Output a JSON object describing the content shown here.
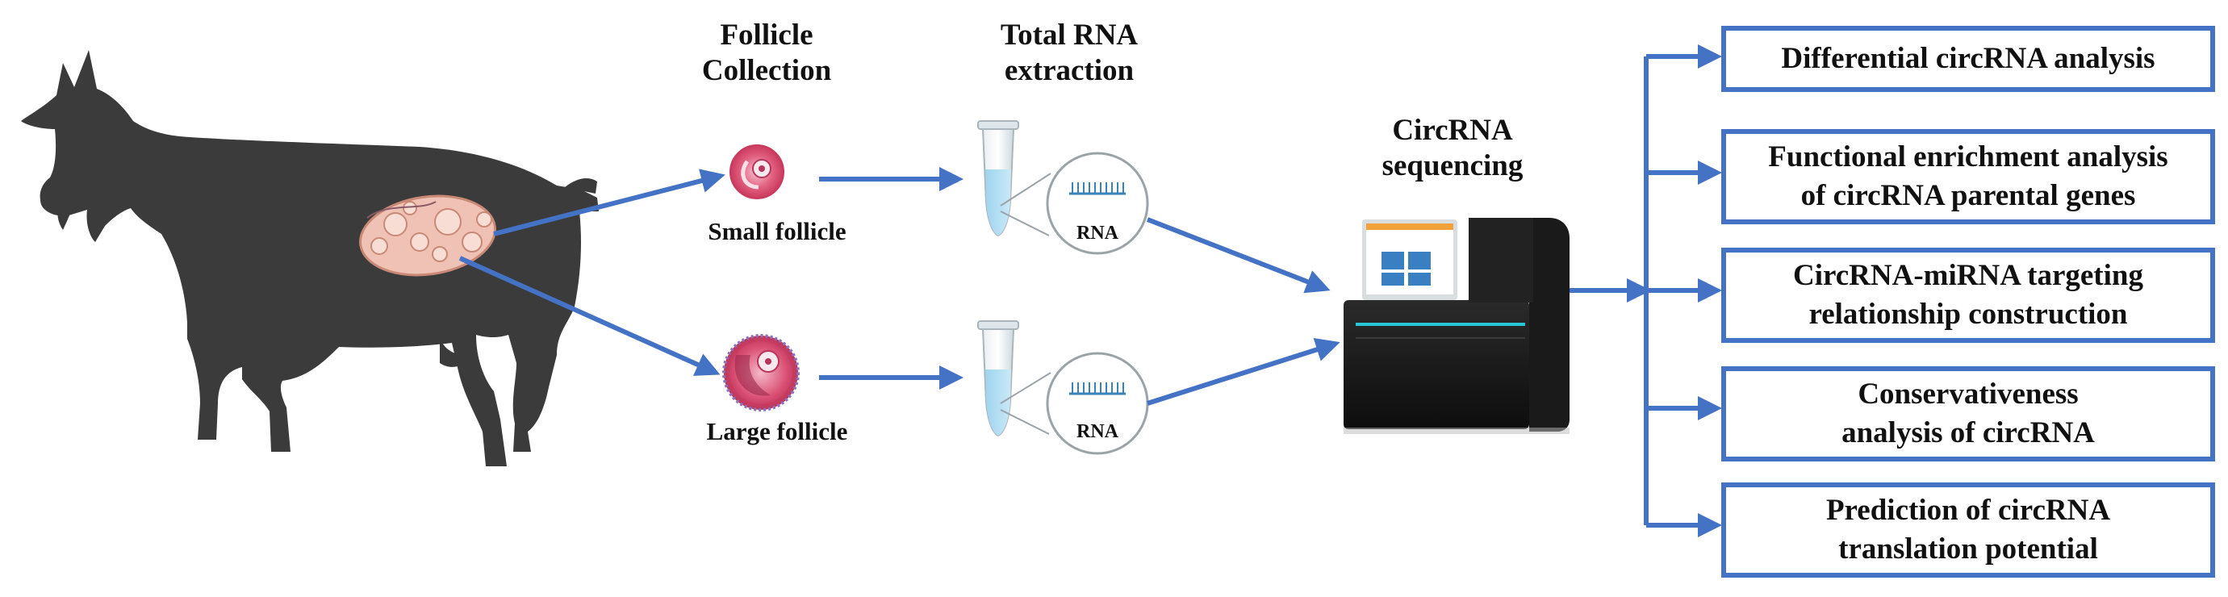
{
  "colors": {
    "arrow": "#4472c4",
    "goat": "#3b3b3b",
    "box_border": "#4472c4"
  },
  "labels": {
    "follicle_collection": [
      "Follicle",
      "Collection"
    ],
    "rna_extraction": [
      "Total RNA",
      "extraction"
    ],
    "sequencing": [
      "CircRNA",
      "sequencing"
    ],
    "small_follicle": "Small follicle",
    "large_follicle": "Large follicle",
    "rna_small": "RNA",
    "rna_large": "RNA"
  },
  "analyses": [
    {
      "lines": [
        "Differential circRNA analysis"
      ]
    },
    {
      "lines": [
        "Functional enrichment analysis",
        "of circRNA parental genes"
      ]
    },
    {
      "lines": [
        "CircRNA-miRNA targeting",
        "relationship construction"
      ]
    },
    {
      "lines": [
        "Conservativeness",
        "analysis of circRNA"
      ]
    },
    {
      "lines": [
        "Prediction of circRNA",
        "translation potential"
      ]
    }
  ],
  "icons": [
    "goat-icon",
    "ovary-icon",
    "small-follicle-icon",
    "large-follicle-icon",
    "tube-icon",
    "rna-magnifier-icon",
    "sequencer-icon"
  ]
}
